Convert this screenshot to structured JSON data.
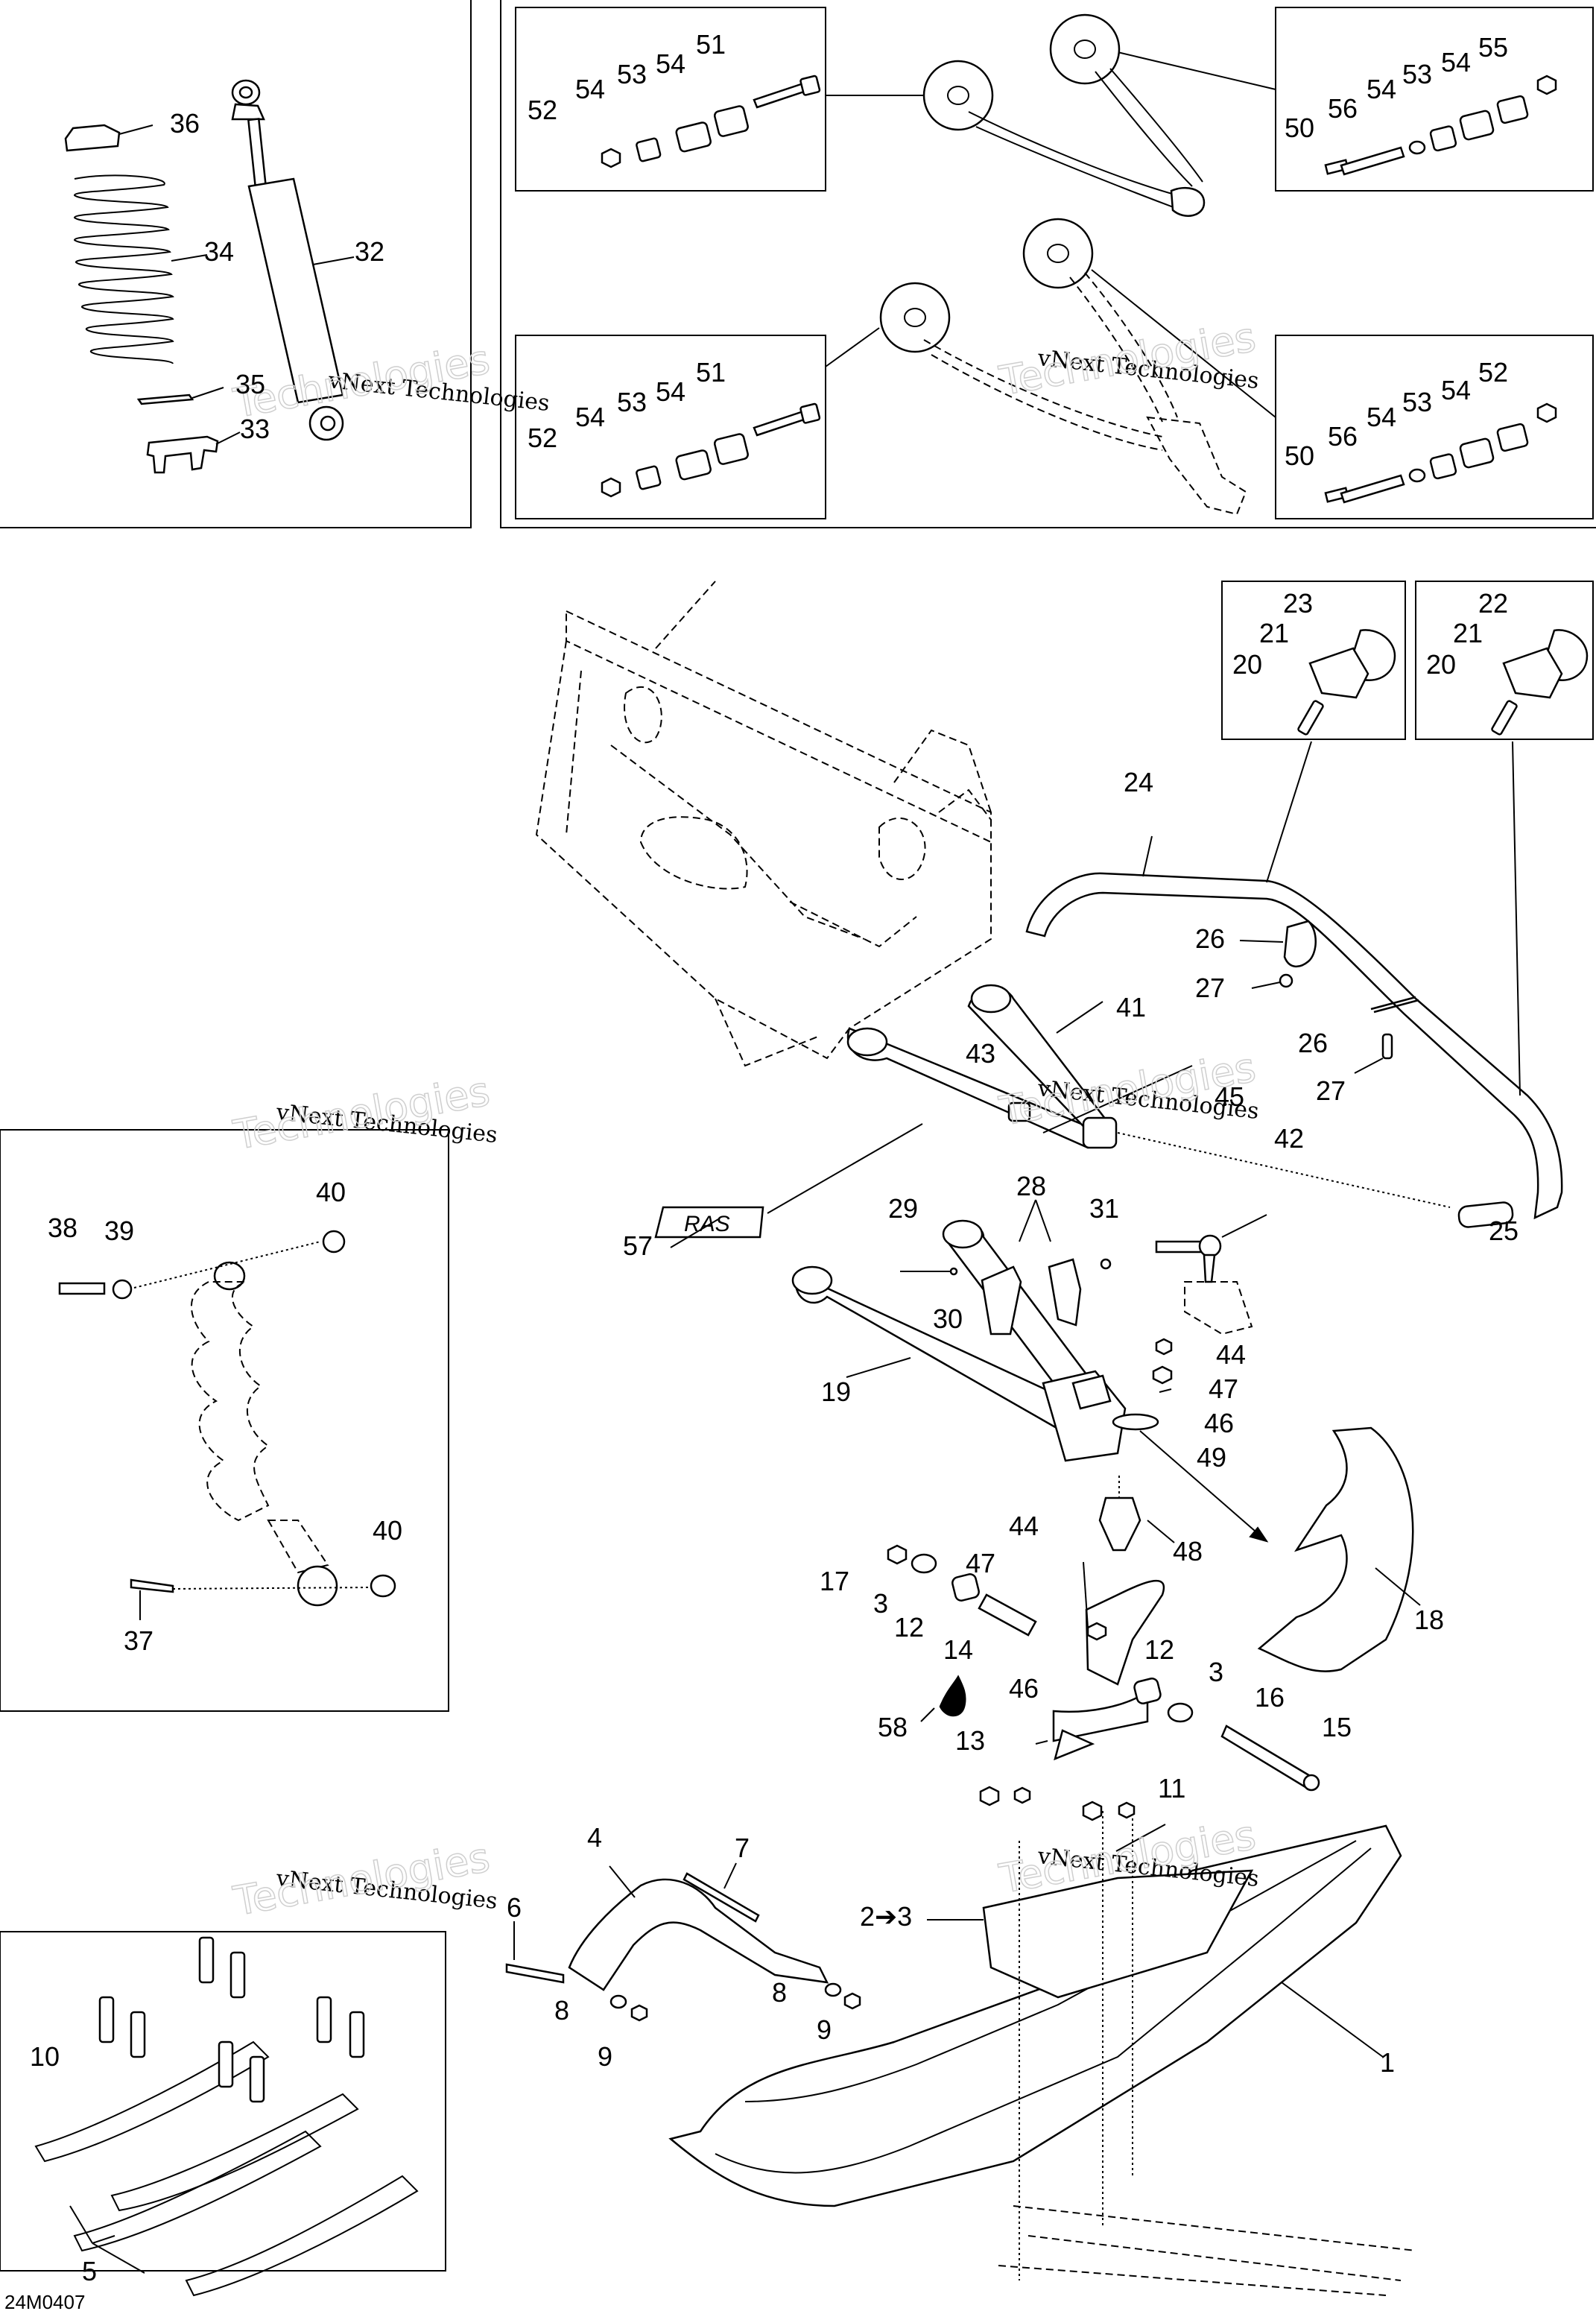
{
  "drawing_code": "24M0407",
  "watermark": {
    "line1": "vNext Technologies",
    "line2": "Technologies"
  },
  "callouts": {
    "c1": "1",
    "c2_3": "2➔3",
    "c3a": "3",
    "c3b": "3",
    "c4": "4",
    "c5": "5",
    "c6": "6",
    "c7": "7",
    "c8a": "8",
    "c8b": "8",
    "c9a": "9",
    "c9b": "9",
    "c10": "10",
    "c11": "11",
    "c12a": "12",
    "c12b": "12",
    "c13": "13",
    "c14": "14",
    "c15": "15",
    "c16": "16",
    "c17": "17",
    "c18": "18",
    "c19": "19",
    "c20a": "20",
    "c20b": "20",
    "c21a": "21",
    "c21b": "21",
    "c22": "22",
    "c23": "23",
    "c24": "24",
    "c25": "25",
    "c26a": "26",
    "c26b": "26",
    "c27a": "27",
    "c27b": "27",
    "c28": "28",
    "c29": "29",
    "c30": "30",
    "c31": "31",
    "c32": "32",
    "c33": "33",
    "c34": "34",
    "c35": "35",
    "c36": "36",
    "c37": "37",
    "c38": "38",
    "c39": "39",
    "c40a": "40",
    "c40b": "40",
    "c41": "41",
    "c42": "42",
    "c43": "43",
    "c44a": "44",
    "c44b": "44",
    "c45": "45",
    "c46a": "46",
    "c46b": "46",
    "c47a": "47",
    "c47b": "47",
    "c48": "48",
    "c49": "49",
    "b1_52": "52",
    "b1_54a": "54",
    "b1_53": "53",
    "b1_54b": "54",
    "b1_51": "51",
    "b2_50": "50",
    "b2_56": "56",
    "b2_54a": "54",
    "b2_53": "53",
    "b2_54b": "54",
    "b2_55": "55",
    "b3_52": "52",
    "b3_54a": "54",
    "b3_53": "53",
    "b3_54b": "54",
    "b3_51": "51",
    "b4_50": "50",
    "b4_56": "56",
    "b4_54a": "54",
    "b4_53": "53",
    "b4_54b": "54",
    "b4_52": "52",
    "c57": "57",
    "c58": "58"
  }
}
